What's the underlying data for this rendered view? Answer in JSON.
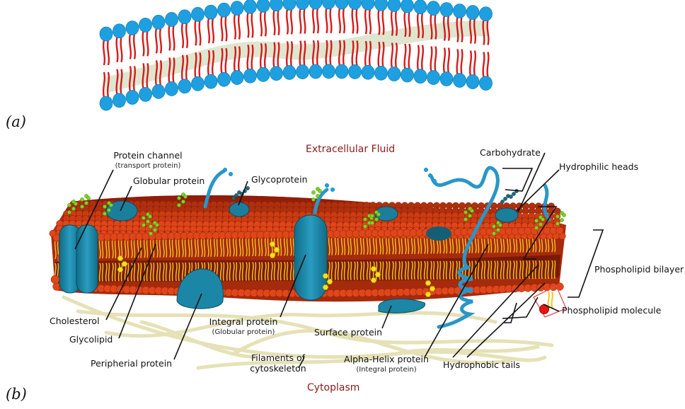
{
  "panels": {
    "a": "(a)",
    "b": "(b)"
  },
  "regions": {
    "top": "Extracellular Fluid",
    "bottom": "Cytoplasm"
  },
  "labels": {
    "protein_channel": {
      "main": "Protein channel",
      "sub": "(transport protein)"
    },
    "globular_protein": "Globular protein",
    "glycoprotein": "Glycoprotein",
    "carbohydrate": "Carbohydrate",
    "hydrophilic_heads": "Hydrophilic heads",
    "phospholipid_bilayer": "Phospholipid bilayer",
    "phospholipid_molecule": "Phospholipid molecule",
    "cholesterol": "Cholesterol",
    "glycolipid": "Glycolipid",
    "peripheral_protein": "Peripherial protein",
    "integral_protein": {
      "main": "Integral protein",
      "sub": "(Globular protein)"
    },
    "surface_protein": "Surface protein",
    "filaments": "Filaments of cytoskeleton",
    "alpha_helix": {
      "main": "Alpha-Helix protein",
      "sub": "(Integral protein)"
    },
    "hydrophobic_tails": "Hydrophobic tails"
  },
  "colors": {
    "head_blue": "#1ea0e0",
    "tail_red": "#d61b1b",
    "head_orange": "#e0461a",
    "tail_yellow": "#f0c020",
    "protein_teal": "#1c86a6",
    "glycolipid_green": "#7ed321",
    "region_text": "#8b1a1a"
  }
}
